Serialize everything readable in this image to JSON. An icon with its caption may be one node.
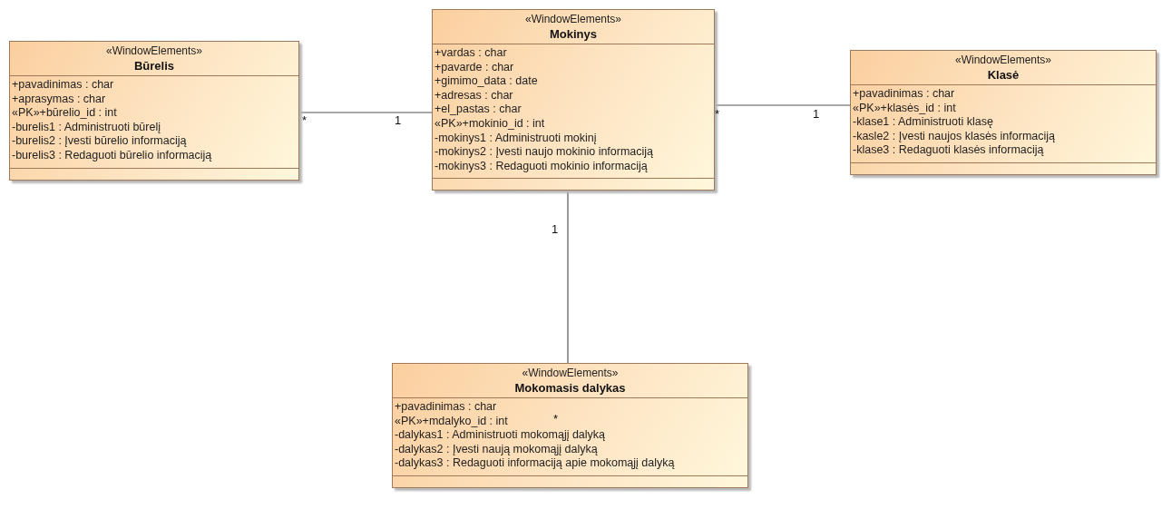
{
  "diagram": {
    "nodes": [
      {
        "text": [
          "«WindowElements»",
          "Būrelis",
          "+pavadinimas : char",
          "+aprasymas : char",
          "«PK»+būrelio_id : int",
          "-burelis1 : Administruoti  būrelį",
          "-burelis2 : Įvesti būrelio informaciją",
          "-burelis3 : Redaguoti būrelio informaciją"
        ]
      },
      {
        "text": [
          "«WindowElements»",
          "Mokinys",
          "+vardas : char",
          "+pavarde : char",
          "+gimimo_data : date",
          "+adresas : char",
          "+el_pastas : char",
          "«PK»+mokinio_id : int",
          "-mokinys1 : Administruoti mokinį",
          "-mokinys2 : Įvesti naujo mokinio informaciją",
          "-mokinys3 : Redaguoti mokinio informaciją"
        ]
      },
      {
        "text": [
          "«WindowElements»",
          "Klasė",
          "+pavadinimas : char",
          "«PK»+klasės_id : int",
          "-klase1 : Administruoti klasę",
          "-kasle2 : Įvesti naujos klasės informaciją",
          "-klase3 : Redaguoti klasės informaciją"
        ]
      },
      {
        "text": [
          "«WindowElements»",
          "Mokomasis dalykas",
          "+pavadinimas : char",
          "«PK»+mdalyko_id : int",
          "-dalykas1 : Administruoti mokomąjį dalyką",
          "-dalykas2 : Įvesti naują mokomąjį dalyką",
          "-dalykas3 : Redaguoti informaciją apie mokomąjį dalyką"
        ]
      }
    ],
    "edges": [
      {
        "from": 0,
        "to": 1,
        "arrow": "none"
      },
      {
        "from": 1,
        "to": 2,
        "arrow": "none"
      },
      {
        "from": 1,
        "to": 3,
        "arrow": "none"
      }
    ],
    "labels": [
      "*",
      "1",
      "*",
      "1",
      "1",
      "*"
    ]
  }
}
